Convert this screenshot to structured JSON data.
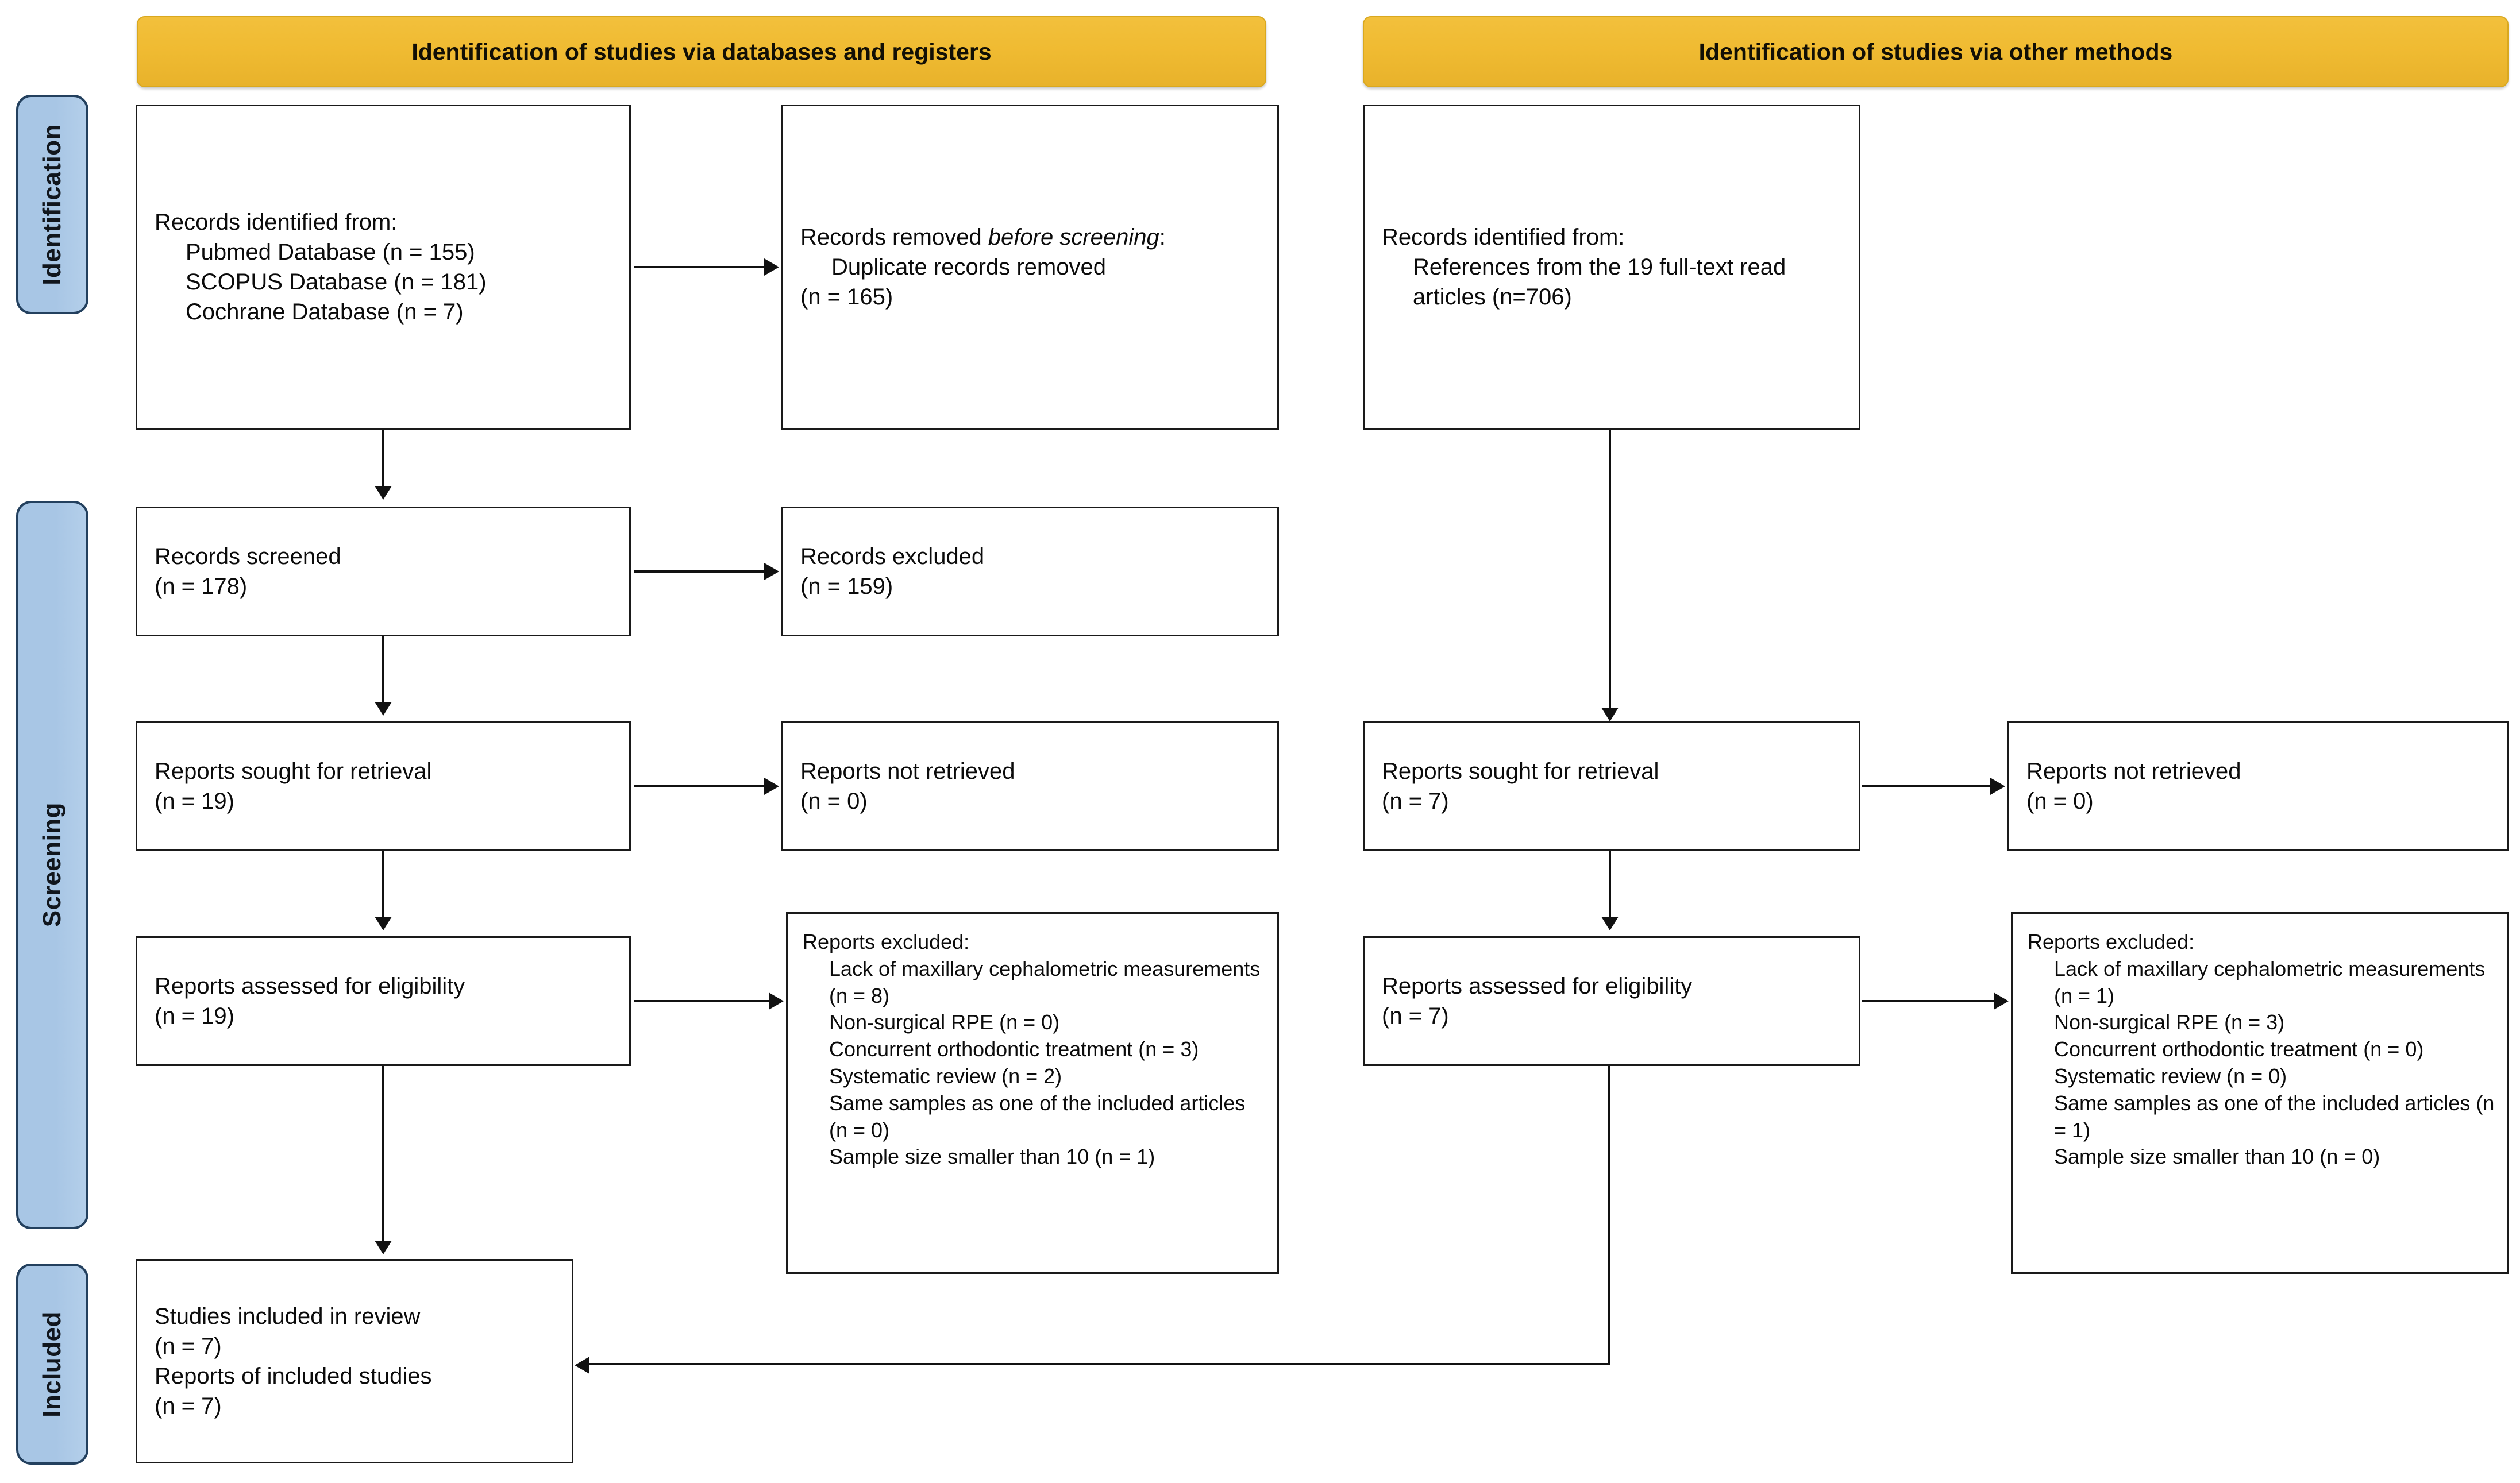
{
  "stages": [
    {
      "id": "identification",
      "label": "Identification"
    },
    {
      "id": "screening",
      "label": "Screening"
    },
    {
      "id": "included",
      "label": "Included"
    }
  ],
  "columns": {
    "databases": {
      "banner": "Identification of studies via databases and registers",
      "boxes": {
        "records_identified": {
          "title": "Records identified from:",
          "items": [
            "Pubmed Database (n = 155)",
            "SCOPUS Database (n = 181)",
            "Cochrane Database (n = 7)"
          ]
        },
        "records_removed": {
          "title_pre": "Records removed ",
          "title_em": "before screening",
          "title_post": ":",
          "items": [
            "Duplicate records removed"
          ],
          "count": "(n = 165)"
        },
        "records_screened": {
          "title": "Records screened",
          "count": "(n = 178)"
        },
        "records_excluded": {
          "title": "Records excluded",
          "count": "(n = 159)"
        },
        "reports_sought": {
          "title": "Reports sought for retrieval",
          "count": "(n = 19)"
        },
        "reports_not_retrieved": {
          "title": "Reports not retrieved",
          "count": "(n = 0)"
        },
        "reports_assessed": {
          "title": "Reports assessed for eligibility",
          "count": "(n = 19)"
        },
        "reports_excluded": {
          "title": "Reports excluded:",
          "items": [
            "Lack of maxillary cephalometric measurements (n = 8)",
            "Non-surgical RPE (n = 0)",
            "Concurrent orthodontic treatment (n = 3)",
            "Systematic review (n = 2)",
            "Same samples as one of the included articles (n = 0)",
            "Sample size smaller than 10 (n = 1)"
          ]
        }
      }
    },
    "other_methods": {
      "banner": "Identification of studies via other methods",
      "boxes": {
        "records_identified": {
          "title": "Records identified from:",
          "items": [
            "References from the 19 full-text read articles (n=706)"
          ]
        },
        "reports_sought": {
          "title": "Reports sought for retrieval",
          "count": "(n = 7)"
        },
        "reports_not_retrieved": {
          "title": "Reports not retrieved",
          "count": "(n = 0)"
        },
        "reports_assessed": {
          "title": "Reports assessed for eligibility",
          "count": "(n = 7)"
        },
        "reports_excluded": {
          "title": "Reports excluded:",
          "items": [
            "Lack of maxillary cephalometric measurements (n = 1)",
            "Non-surgical RPE (n = 3)",
            "Concurrent orthodontic treatment (n = 0)",
            "Systematic review (n = 0)",
            "Same samples as one of the included articles (n = 1)",
            "Sample size smaller than 10 (n = 0)"
          ]
        }
      }
    }
  },
  "included_box": {
    "line1": "Studies included in review",
    "line2": "(n = 7)",
    "line3": "Reports of included studies",
    "line4": "(n = 7)"
  },
  "colors": {
    "banner_gold": "#f0bb32",
    "stage_blue": "#a6c4e4",
    "stage_border": "#23405e",
    "box_border": "#1a1a1a",
    "connector": "#111111",
    "text": "#0b0b0b",
    "background": "#ffffff"
  }
}
